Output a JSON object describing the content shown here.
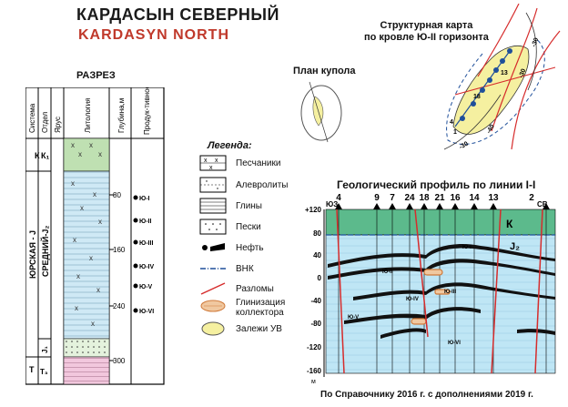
{
  "title_ru": "КАРДАСЫН СЕВЕРНЫЙ",
  "title_en": "KARDASYN NORTH",
  "section": {
    "title": "РАЗРЕЗ",
    "headers": [
      "Система",
      "Отдел",
      "Ярус",
      "Литология",
      "Глубина,м",
      "Продук-тивность"
    ],
    "systems": [
      "К",
      "ЮРСКАЯ - J",
      "Т"
    ],
    "departments": [
      "К₁",
      "СРЕДНИЙ-J₂",
      "J₁",
      "Т₃"
    ],
    "depth_ticks": [
      "80",
      "160",
      "240",
      "300"
    ],
    "productive": [
      "Ю-I",
      "Ю-II",
      "Ю-III",
      "Ю-IV",
      "Ю-V",
      "Ю-VI"
    ]
  },
  "map": {
    "title_line1": "Структурная карта",
    "title_line2": "по кровле Ю-II горизонта",
    "contours": [
      "-30",
      "-30",
      "-40",
      "-30"
    ],
    "wells": [
      "13",
      "18",
      "4",
      "1"
    ]
  },
  "dome": {
    "title": "План купола"
  },
  "legend": {
    "title": "Легенда:",
    "items": [
      {
        "label": "Песчаники",
        "icon": "sandstone-icon"
      },
      {
        "label": "Алевролиты",
        "icon": "siltstone-icon"
      },
      {
        "label": "Глины",
        "icon": "clay-icon"
      },
      {
        "label": "Пески",
        "icon": "sand-icon"
      },
      {
        "label": "Нефть",
        "icon": "oil-icon"
      },
      {
        "label": "ВНК",
        "icon": "owc-line-icon"
      },
      {
        "label": "Разломы",
        "icon": "fault-icon"
      },
      {
        "label": "Глинизация коллектора",
        "icon": "clay-reservoir-icon"
      },
      {
        "label": "Залежи УВ",
        "icon": "hydrocarbon-icon"
      }
    ]
  },
  "profile": {
    "title": "Геологический профиль по линии I-I",
    "left_dir": "ЮЗ",
    "right_dir": "СВ",
    "wells": [
      "4",
      "9",
      "7",
      "24",
      "18",
      "21",
      "16",
      "14",
      "13",
      "2"
    ],
    "depth_labels": [
      "+120",
      "80",
      "40",
      "0",
      "-40",
      "-80",
      "-120",
      "-160"
    ],
    "depth_unit": "м",
    "layer_K": "К",
    "layer_J2": "J₂",
    "horizons": [
      "Ю-I",
      "Ю-II",
      "Ю-III",
      "Ю-IV",
      "Ю-V",
      "Ю-VI"
    ]
  },
  "source": "По Справочнику 2016 г. с дополнениями 2019 г."
}
